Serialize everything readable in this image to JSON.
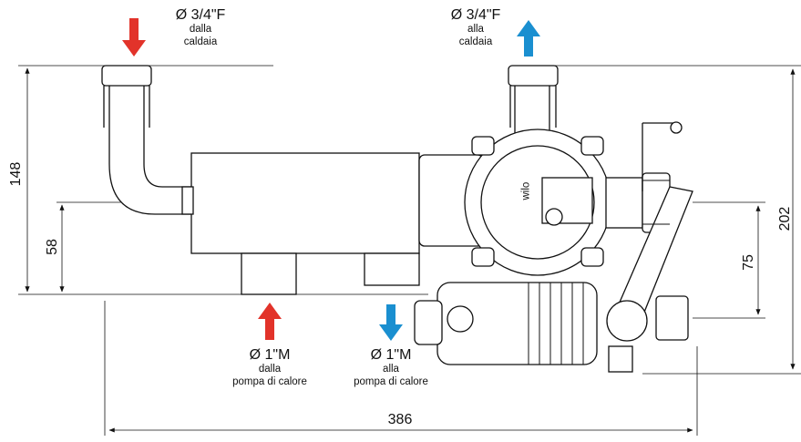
{
  "connections": {
    "top_left": {
      "size": "Ø 3/4\"F",
      "line1": "dalla",
      "line2": "caldaia"
    },
    "top_right": {
      "size": "Ø 3/4\"F",
      "line1": "alla",
      "line2": "caldaia"
    },
    "bottom_left": {
      "size": "Ø 1\"M",
      "line1": "dalla",
      "line2": "pompa di calore"
    },
    "bottom_right": {
      "size": "Ø 1\"M",
      "line1": "alla",
      "line2": "pompa di calore"
    }
  },
  "dimensions": {
    "overall_height": "148",
    "center_height": "58",
    "right_height": "202",
    "right_inner": "75",
    "overall_width": "386"
  },
  "pump_brand": "wilo",
  "colors": {
    "hot": "#e2332a",
    "cold": "#1a8fd0",
    "line": "#1a1a1a"
  }
}
